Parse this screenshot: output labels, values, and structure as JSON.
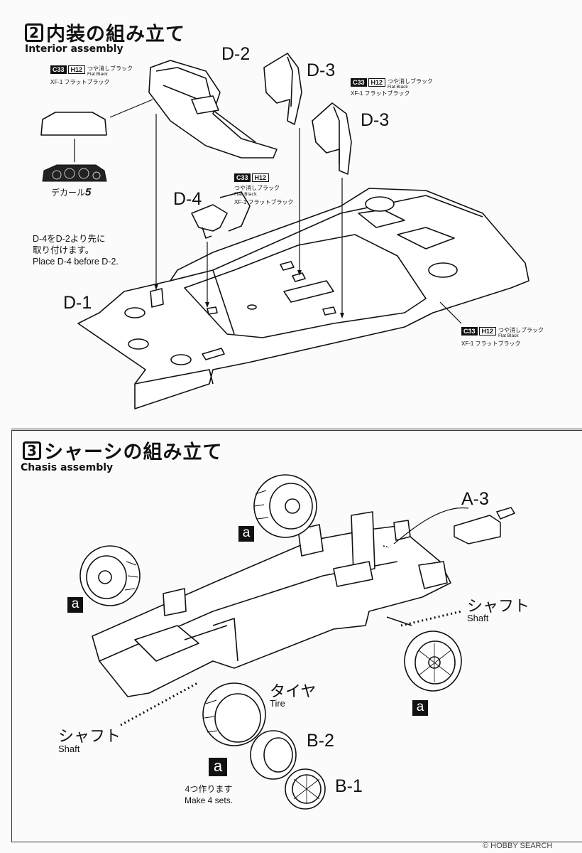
{
  "section2": {
    "number": "2",
    "title_jp": "内装の組み立て",
    "title_en": "Interior assembly",
    "parts": {
      "d1": "D-1",
      "d2": "D-2",
      "d3a": "D-3",
      "d3b": "D-3",
      "d4": "D-4"
    },
    "paint": {
      "code": "C33",
      "code2": "H12",
      "name_jp": "つや消しブラック",
      "name_en": "Flat Black",
      "xf_text": "XF-1 フラットブラック"
    },
    "decal_label": "デカール",
    "decal_number": "5",
    "note_jp_line1": "D-4をD-2より先に",
    "note_jp_line2": "取り付けます。",
    "note_en": "Place D-4 before D-2."
  },
  "section3": {
    "number": "3",
    "title_jp": "シャーシの組み立て",
    "title_en": "Chasis assembly",
    "parts": {
      "a3": "A-3",
      "b2": "B-2",
      "b1": "B-1"
    },
    "marker": "a",
    "shaft_jp": "シャフト",
    "shaft_en": "Shaft",
    "tire_jp": "タイヤ",
    "tire_en": "Tire",
    "sets_jp": "4つ作ります",
    "sets_en": "Make 4 sets."
  },
  "watermark": "© HOBBY SEARCH"
}
